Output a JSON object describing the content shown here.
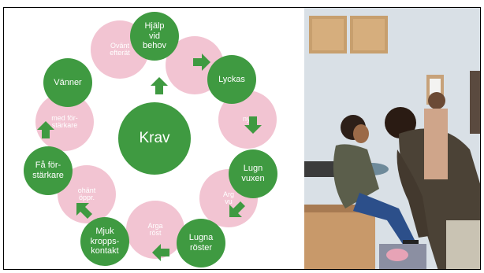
{
  "colors": {
    "green": "#3f9a41",
    "pink": "#f2c4d2",
    "white": "#ffffff"
  },
  "diagram": {
    "center_label": "Krav",
    "outer_nodes": [
      {
        "id": "hjalp",
        "label": "Hjälp\nvid\nbehov"
      },
      {
        "id": "lyckas",
        "label": "Lyckas"
      },
      {
        "id": "lugn-vuxen",
        "label": "Lugn\nvuxen"
      },
      {
        "id": "lugna-roster",
        "label": "Lugna\nröster"
      },
      {
        "id": "mjuk-kontakt",
        "label": "Mjuk\nkropps-\nkontakt"
      },
      {
        "id": "forstarkare",
        "label": "Få för-\nstärkare"
      },
      {
        "id": "vanner",
        "label": "Vänner"
      }
    ],
    "faded_nodes": [
      {
        "id": "ovant",
        "label": "Ovänt\nefterät"
      },
      {
        "id": "forstarkare-faded",
        "label": "med för-\nstärkare"
      },
      {
        "id": "ohant",
        "label": "ohänt\nöppr."
      },
      {
        "id": "arga",
        "label": "Arga\nröst"
      },
      {
        "id": "arg-vuxen",
        "label": "Arg\nvu"
      },
      {
        "id": "nyt",
        "label": "nyt"
      }
    ]
  },
  "photo": {
    "icon": "photo-illustration"
  }
}
